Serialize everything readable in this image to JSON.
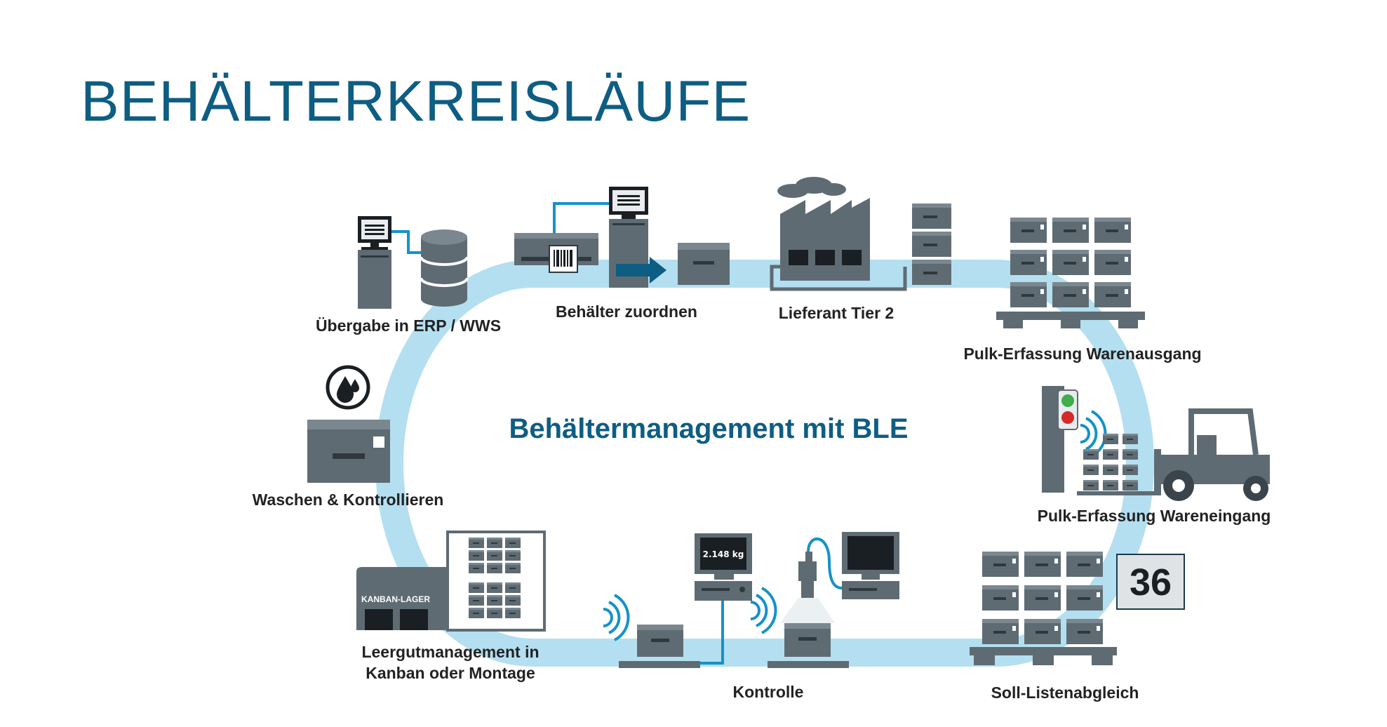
{
  "title": "BEHÄLTERKREISLÄUFE",
  "center_label": "Behältermanagement mit BLE",
  "stations": {
    "erp": "Übergabe in ERP / WWS",
    "assign": "Behälter zuordnen",
    "supplier": "Lieferant Tier 2",
    "pulk_out": "Pulk-Erfassung Warenausgang",
    "pulk_in": "Pulk-Erfassung Wareneingang",
    "soll": "Soll-Listenabgleich",
    "kontrolle": "Kontrolle",
    "leergut_1": "Leergutmanagement in",
    "leergut_2": "Kanban oder Montage",
    "wash": "Waschen & Kontrollieren"
  },
  "scale_display": "2.148 kg",
  "counter_display": "36",
  "kanban_sign": "KANBAN-LAGER",
  "colors": {
    "title": "#0e5d83",
    "loop": "#b4dff0",
    "device": "#5f6b73",
    "accent": "#1592c8",
    "arrow": "#0e5d83"
  },
  "icons": [
    "monitor-icon",
    "database-icon",
    "barcode-printer-icon",
    "barcode-icon",
    "arrow-right-icon",
    "factory-icon",
    "crate-stack-icon",
    "pallet-icon",
    "traffic-light-icon",
    "wireless-signal-icon",
    "forklift-icon",
    "water-drop-icon",
    "scale-icon",
    "camera-icon",
    "warehouse-icon"
  ]
}
